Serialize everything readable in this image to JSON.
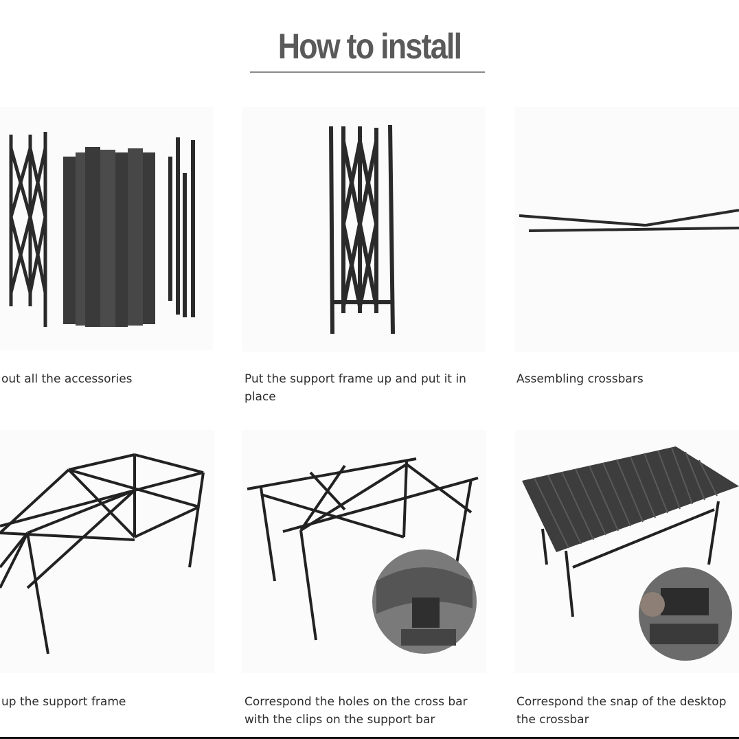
{
  "title": "How to install",
  "steps": [
    {
      "caption": "out all the accessories"
    },
    {
      "caption": "Put the support frame up and put it in place"
    },
    {
      "caption": "Assembling crossbars"
    },
    {
      "caption": "up the support frame"
    },
    {
      "caption": "Correspond the holes on the cross bar with the clips on the support bar"
    },
    {
      "caption": "Correspond the snap of the desktop the crossbar"
    }
  ]
}
